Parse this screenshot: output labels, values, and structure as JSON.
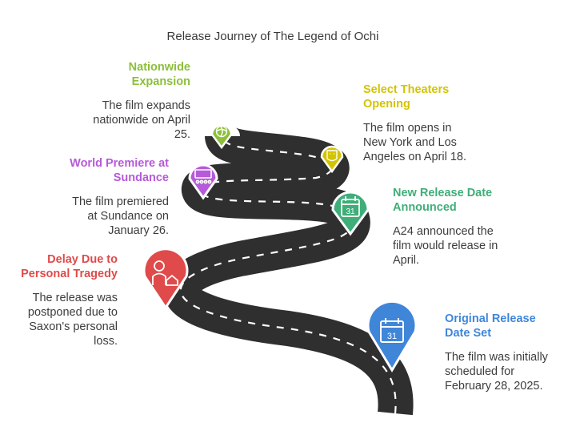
{
  "title": "Release Journey of The Legend of Ochi",
  "colors": {
    "road": "#2f2f2f",
    "lane": "#ffffff",
    "nationwide": "#8cbf3a",
    "select": "#d3c400",
    "premiere": "#b65ad9",
    "new_date": "#3fae78",
    "delay": "#e04a4a",
    "original": "#3f86d9"
  },
  "milestones": {
    "nationwide": {
      "head_line1": "Nationwide",
      "head_line2": "Expansion",
      "desc_line1": "The film expands",
      "desc_line2": "nationwide on April",
      "desc_line3": "25.",
      "icon": "globe-icon"
    },
    "select": {
      "head_line1": "Select Theaters",
      "head_line2": "Opening",
      "desc_line1": "The film opens in",
      "desc_line2": "New York and Los",
      "desc_line3": "Angeles on April 18.",
      "icon": "theater-icon"
    },
    "premiere": {
      "head_line1": "World Premiere at",
      "head_line2": "Sundance",
      "desc_line1": "The film premiered",
      "desc_line2": "at Sundance on",
      "desc_line3": "January 26.",
      "icon": "screen-icon"
    },
    "new_date": {
      "head_line1": "New Release Date",
      "head_line2": "Announced",
      "desc_line1": "A24 announced the",
      "desc_line2": "film would release in",
      "desc_line3": "April.",
      "icon": "calendar-icon",
      "icon_text": "31"
    },
    "delay": {
      "head_line1": "Delay Due to",
      "head_line2": "Personal Tragedy",
      "desc_line1": "The release was",
      "desc_line2": "postponed due to",
      "desc_line3": "Saxon's personal",
      "desc_line4": "loss.",
      "icon": "person-home-icon"
    },
    "original": {
      "head_line1": "Original Release",
      "head_line2": "Date Set",
      "desc_line1": "The film was initially",
      "desc_line2": "scheduled for",
      "desc_line3": "February 28, 2025.",
      "icon": "calendar-icon",
      "icon_text": "31"
    }
  }
}
